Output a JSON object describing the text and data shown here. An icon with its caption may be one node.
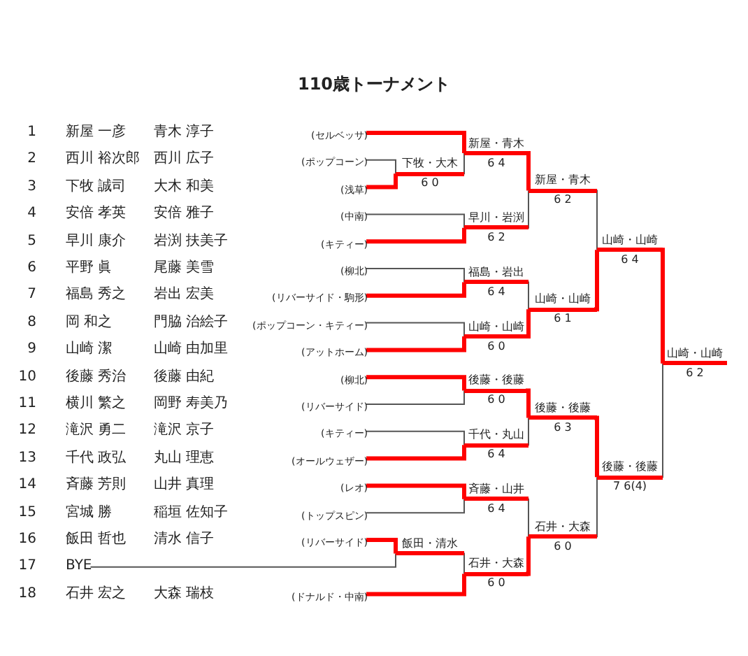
{
  "diagram": {
    "title": "110歳トーナメント",
    "nodes": [
      {
        "text": [
          "1",
          "新屋 一彦",
          "青木 淳子",
          "(セルベッサ)"
        ]
      },
      {
        "text": [
          "2",
          "西川 裕次郎",
          "西川 広子",
          "(ポップコーン)"
        ]
      },
      {
        "text": [
          "3",
          "下牧 誠司",
          "大木 和美",
          "(浅草)"
        ]
      },
      {
        "text": [
          "4",
          "安倍 孝英",
          "安倍 雅子",
          "(中南)"
        ]
      },
      {
        "text": [
          "5",
          "早川 康介",
          "岩渕 扶美子",
          "(キティー)"
        ]
      },
      {
        "text": [
          "6",
          "平野 眞",
          "尾藤 美雪",
          "(柳北)"
        ]
      },
      {
        "text": [
          "7",
          "福島 秀之",
          "岩出 宏美",
          "(リバーサイド・駒形)"
        ]
      },
      {
        "text": [
          "8",
          "岡 和之",
          "門脇 治絵子",
          "(ポップコーン・キティー)"
        ]
      },
      {
        "text": [
          "9",
          "山崎 潔",
          "山崎 由加里",
          "(アットホーム)"
        ]
      },
      {
        "text": [
          "10",
          "後藤 秀治",
          "後藤 由紀",
          "(柳北)"
        ]
      },
      {
        "text": [
          "11",
          "横川 繁之",
          "岡野 寿美乃",
          "(リバーサイド)"
        ]
      },
      {
        "text": [
          "12",
          "滝沢 勇二",
          "滝沢 京子",
          "(キティー)"
        ]
      },
      {
        "text": [
          "13",
          "千代 政弘",
          "丸山 理恵",
          "(オールウェザー)"
        ]
      },
      {
        "text": [
          "14",
          "斉藤 芳則",
          "山井 真理",
          "(レオ)"
        ]
      },
      {
        "text": [
          "15",
          "宮城 勝",
          "稲垣 佐知子",
          "(トップスピン)"
        ]
      },
      {
        "text": [
          "16",
          "飯田 哲也",
          "清水 信子",
          "(リバーサイド)"
        ]
      },
      {
        "text": [
          "17",
          "BYE"
        ]
      },
      {
        "text": [
          "18",
          "石井 宏之",
          "大森 瑞枝",
          "(ドナルド・中南)"
        ]
      },
      {
        "text": [
          "下牧・大木",
          "6 0"
        ]
      },
      {
        "text": [
          "新屋・青木",
          "6 4"
        ]
      },
      {
        "text": [
          "早川・岩渕",
          "6 2"
        ]
      },
      {
        "text": [
          "福島・岩出",
          "6 4"
        ]
      },
      {
        "text": [
          "山崎・山崎",
          "6 0"
        ]
      },
      {
        "text": [
          "後藤・後藤",
          "6 0"
        ]
      },
      {
        "text": [
          "千代・丸山",
          "6 4"
        ]
      },
      {
        "text": [
          "斉藤・山井",
          "6 4"
        ]
      },
      {
        "text": [
          "飯田・清水"
        ]
      },
      {
        "text": [
          "石井・大森",
          "6 0"
        ]
      },
      {
        "text": [
          "新屋・青木",
          "6 2"
        ]
      },
      {
        "text": [
          "山崎・山崎",
          "6 1"
        ]
      },
      {
        "text": [
          "後藤・後藤",
          "6 3"
        ]
      },
      {
        "text": [
          "石井・大森",
          "6 0"
        ]
      },
      {
        "text": [
          "山崎・山崎",
          "6 4"
        ]
      },
      {
        "text": [
          "後藤・後藤",
          "7 6(4)"
        ]
      },
      {
        "text": [
          "山崎・山崎",
          "6 2"
        ]
      }
    ],
    "edges": [
      {
        "from": 1,
        "to": 18,
        "arrow": "none"
      },
      {
        "from": 2,
        "to": 18,
        "arrow": "none",
        "style": "thick",
        "color": "#ff0000"
      },
      {
        "from": 0,
        "to": 19,
        "arrow": "none",
        "style": "thick",
        "color": "#ff0000"
      },
      {
        "from": 18,
        "to": 19,
        "arrow": "none"
      },
      {
        "from": 3,
        "to": 20,
        "arrow": "none"
      },
      {
        "from": 4,
        "to": 20,
        "arrow": "none",
        "style": "thick",
        "color": "#ff0000"
      },
      {
        "from": 5,
        "to": 21,
        "arrow": "none"
      },
      {
        "from": 6,
        "to": 21,
        "arrow": "none",
        "style": "thick",
        "color": "#ff0000"
      },
      {
        "from": 7,
        "to": 22,
        "arrow": "none"
      },
      {
        "from": 8,
        "to": 22,
        "arrow": "none",
        "style": "thick",
        "color": "#ff0000"
      },
      {
        "from": 9,
        "to": 23,
        "arrow": "none",
        "style": "thick",
        "color": "#ff0000"
      },
      {
        "from": 10,
        "to": 23,
        "arrow": "none"
      },
      {
        "from": 11,
        "to": 24,
        "arrow": "none"
      },
      {
        "from": 12,
        "to": 24,
        "arrow": "none",
        "style": "thick",
        "color": "#ff0000"
      },
      {
        "from": 13,
        "to": 25,
        "arrow": "none",
        "style": "thick",
        "color": "#ff0000"
      },
      {
        "from": 14,
        "to": 25,
        "arrow": "none"
      },
      {
        "from": 15,
        "to": 26,
        "arrow": "none",
        "style": "thick",
        "color": "#ff0000"
      },
      {
        "from": 16,
        "to": 26,
        "arrow": "none"
      },
      {
        "from": 26,
        "to": 27,
        "arrow": "none"
      },
      {
        "from": 17,
        "to": 27,
        "arrow": "none",
        "style": "thick",
        "color": "#ff0000"
      },
      {
        "from": 19,
        "to": 28,
        "arrow": "none",
        "style": "thick",
        "color": "#ff0000"
      },
      {
        "from": 20,
        "to": 28,
        "arrow": "none"
      },
      {
        "from": 21,
        "to": 29,
        "arrow": "none"
      },
      {
        "from": 22,
        "to": 29,
        "arrow": "none",
        "style": "thick",
        "color": "#ff0000"
      },
      {
        "from": 23,
        "to": 30,
        "arrow": "none",
        "style": "thick",
        "color": "#ff0000"
      },
      {
        "from": 24,
        "to": 30,
        "arrow": "none"
      },
      {
        "from": 25,
        "to": 31,
        "arrow": "none"
      },
      {
        "from": 27,
        "to": 31,
        "arrow": "none",
        "style": "thick",
        "color": "#ff0000"
      },
      {
        "from": 28,
        "to": 32,
        "arrow": "none"
      },
      {
        "from": 29,
        "to": 32,
        "arrow": "none",
        "style": "thick",
        "color": "#ff0000"
      },
      {
        "from": 30,
        "to": 33,
        "arrow": "none",
        "style": "thick",
        "color": "#ff0000"
      },
      {
        "from": 31,
        "to": 33,
        "arrow": "none"
      },
      {
        "from": 32,
        "to": 34,
        "arrow": "none",
        "style": "thick",
        "color": "#ff0000"
      },
      {
        "from": 33,
        "to": 34,
        "arrow": "none"
      }
    ]
  }
}
